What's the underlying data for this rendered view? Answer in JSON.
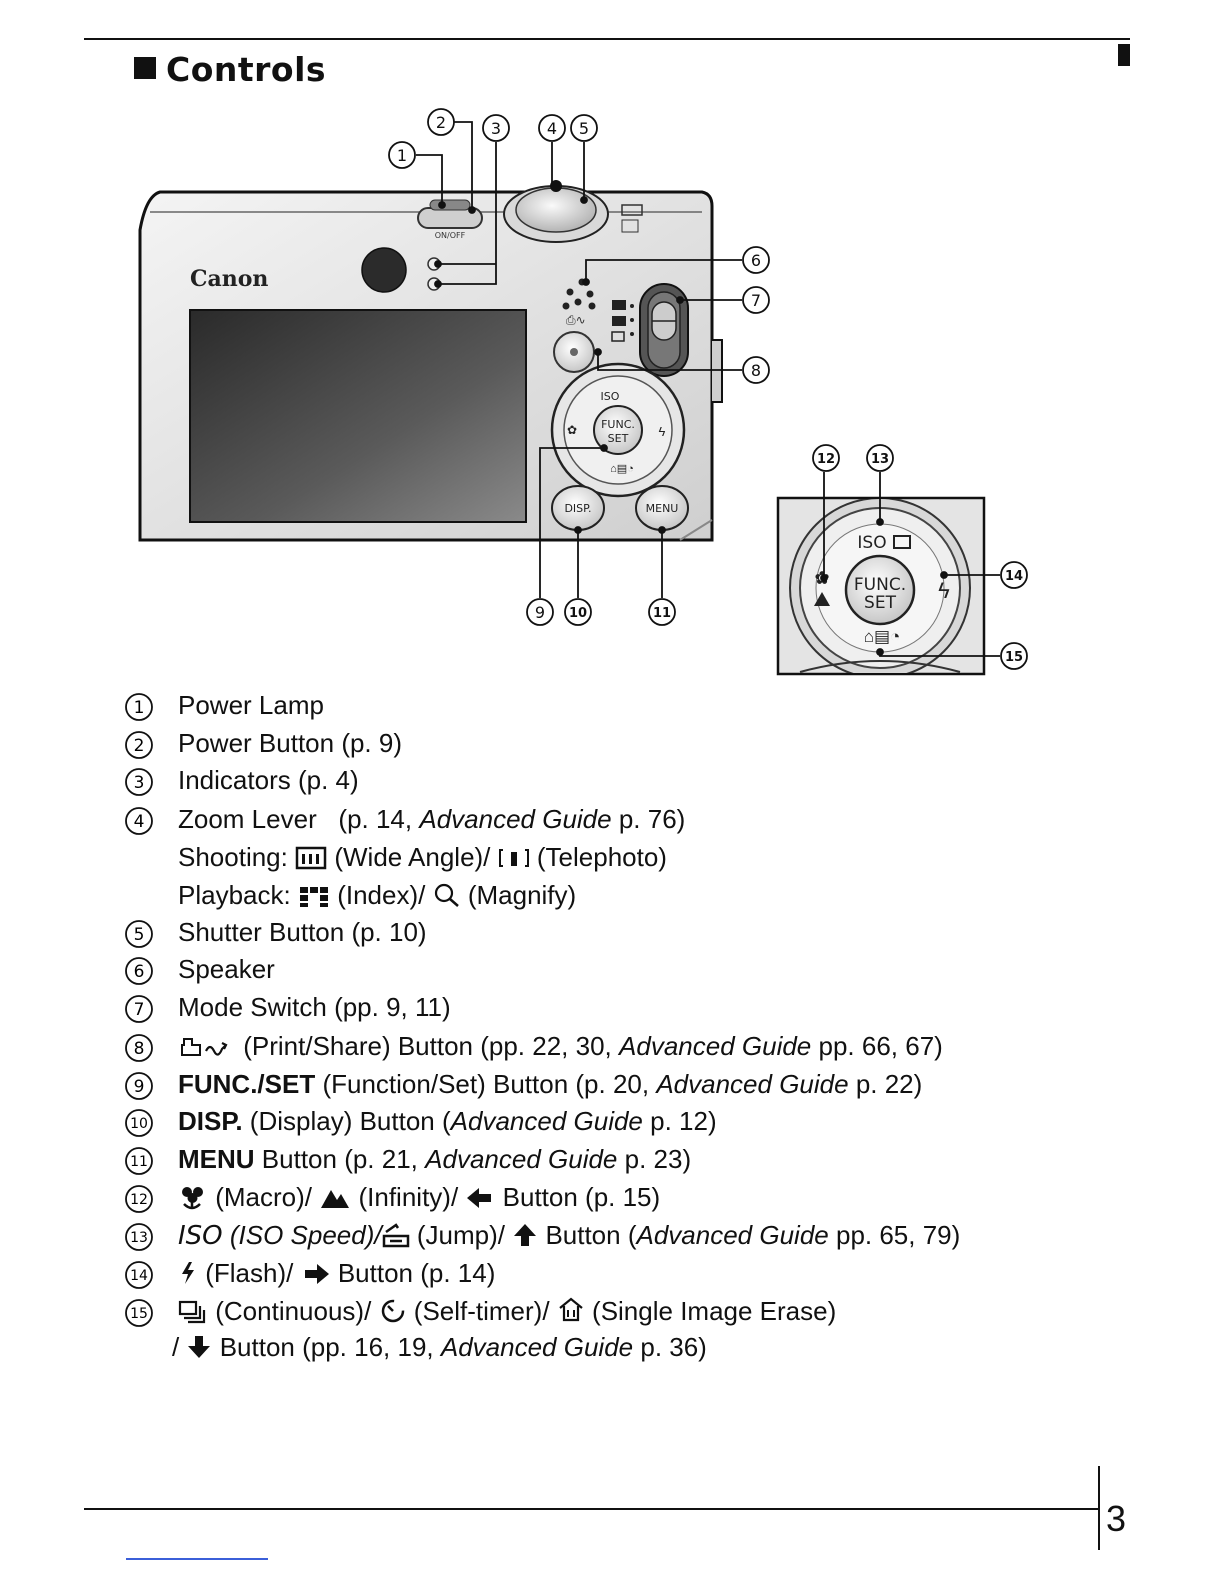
{
  "title": "Controls",
  "page_number": "3",
  "camera": {
    "brand": "Canon",
    "power_label": "ON/OFF",
    "func_label_1": "FUNC.",
    "func_label_2": "SET",
    "iso_label": "ISO",
    "disp_label": "DISP.",
    "menu_label": "MENU"
  },
  "callouts": [
    "1",
    "2",
    "3",
    "4",
    "5",
    "6",
    "7",
    "8",
    "9",
    "10",
    "11",
    "12",
    "13",
    "14",
    "15"
  ],
  "items": [
    {
      "num": "1",
      "text": "Power Lamp"
    },
    {
      "num": "2",
      "text": "Power Button (p. 9)"
    },
    {
      "num": "3",
      "text": "Indicators (p. 4)"
    },
    {
      "num": "4",
      "text_a": "Zoom Lever",
      "text_b": "(p. 14,",
      "text_c": "Advanced Guide",
      "text_d": "p. 76)"
    },
    {
      "num": "5",
      "text": "Shutter Button (p. 10)"
    },
    {
      "num": "6",
      "text": "Speaker"
    },
    {
      "num": "7",
      "text": "Mode Switch (pp. 9, 11)"
    },
    {
      "num": "8",
      "text_a": "(Print/Share) Button (pp. 22, 30,",
      "text_b": "Advanced Guide",
      "text_c": "pp. 66, 67)"
    },
    {
      "num": "9",
      "text_a": "FUNC./SET",
      "text_b": "(Function/Set) Button (p. 20,",
      "text_c": "Advanced Guide",
      "text_d": "p. 22)"
    },
    {
      "num": "10",
      "text_a": "DISP.",
      "text_b": "(Display) Button (",
      "text_c": "Advanced Guide",
      "text_d": "p. 12)"
    },
    {
      "num": "11",
      "text_a": "MENU",
      "text_b": "Button (p. 21,",
      "text_c": "Advanced Guide",
      "text_d": "p. 23)"
    },
    {
      "num": "12",
      "text_a": "(Macro)/",
      "text_b": "(Infinity)/",
      "text_c": "Button (p. 15)"
    },
    {
      "num": "13",
      "text_a": "ISO",
      "text_b": "(ISO Speed)/",
      "text_c": "(Jump)/",
      "text_d": "Button (",
      "text_e": "Advanced Guide",
      "text_f": "pp. 65, 79)"
    },
    {
      "num": "14",
      "text_a": "(Flash)/",
      "text_b": "Button (p. 14)"
    },
    {
      "num": "15",
      "text_a": "(Continuous)/",
      "text_b": "(Self-timer)/",
      "text_c": "(Single Image Erase)"
    }
  ],
  "zoom_shooting": {
    "label": "Shooting:",
    "wide": "(Wide Angle)/",
    "tele": "(Telephoto)"
  },
  "zoom_playback": {
    "label": "Playback:",
    "index": "(Index)/",
    "magnify": "(Magnify)"
  },
  "item15_cont": {
    "slash": "/",
    "text_a": "Button (pp. 16, 19,",
    "text_b": "Advanced Guide",
    "text_c": "p. 36)"
  }
}
